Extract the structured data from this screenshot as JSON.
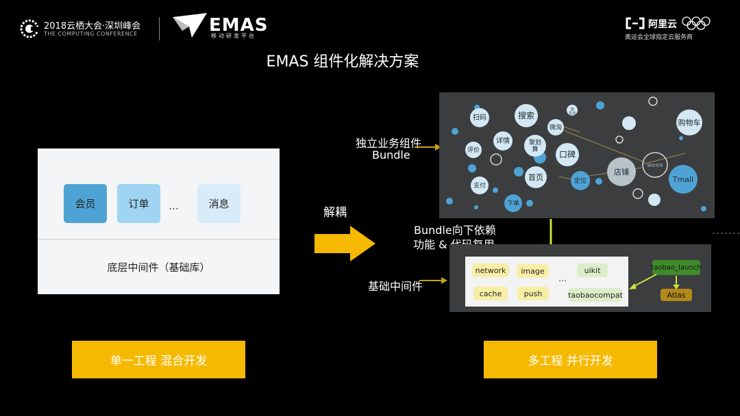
{
  "header": {
    "conference_title": "2018云栖大会·深圳峰会",
    "conference_subtitle": "THE COMPUTING CONFERENCE",
    "emas_logo": "EMAS",
    "emas_subtitle": "移动研发平台",
    "aliyun_logo": "阿里云",
    "aliyun_subtitle": "奥运会全球指定云服务商"
  },
  "title": "EMAS 组件化解决方案",
  "left": {
    "modules": [
      "会员",
      "订单",
      "…",
      "消息"
    ],
    "base_layer": "底层中间件（基础库）",
    "footer_label": "单一工程 混合开发"
  },
  "middle": {
    "arrow_label": "解耦"
  },
  "right": {
    "bundle_label_line1": "独立业务组件",
    "bundle_label_line2": "Bundle",
    "dependency_line1": "Bundle向下依赖",
    "dependency_line2": "功能 & 代码复用",
    "base_label": "基础中间件",
    "footer_label": "多工程 并行开发",
    "bubbles": [
      "扫码",
      "搜索",
      "淘\n生活",
      "购物车",
      "详情",
      "微淘",
      "评价",
      "聚划\n算",
      "口碑",
      "店铺",
      "weex",
      "首页",
      "定位",
      "Tmall",
      "支付",
      "下单"
    ],
    "base_tags": [
      "network",
      "image",
      "uikit",
      "cache",
      "push",
      "taobaocompat",
      "…"
    ],
    "launch_tag": "taobao_launch",
    "atlas_tag": "Atlas"
  },
  "colors": {
    "accent_yellow": "#f6b902",
    "arrow_yellow": "#f6b902",
    "module_blue_dark": "#4fa3d4",
    "module_blue_light": "#9fd4f2",
    "bubble_panel_bg": "#3b3d3f",
    "dependency_arrow": "#cde23c"
  }
}
